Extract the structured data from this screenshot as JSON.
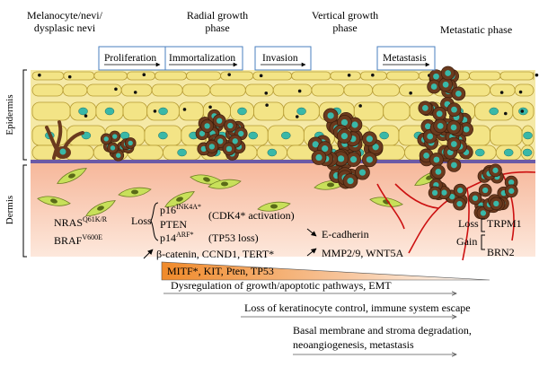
{
  "stages": {
    "melanocyte_1": "Melanocyte/nevi/",
    "melanocyte_2": "dysplasic nevi",
    "radial_1": "Radial growth",
    "radial_2": "phase",
    "vertical_1": "Vertical growth",
    "vertical_2": "phase",
    "metastatic": "Metastatic phase"
  },
  "processes": {
    "proliferation": "Proliferation",
    "immortalization": "Immortalization",
    "invasion": "Invasion",
    "metastasis": "Metastasis"
  },
  "layers": {
    "epidermis": "Epidermis",
    "dermis": "Dermis"
  },
  "early_mutations": {
    "nras": "NRAS",
    "nras_sup": "Q61K/R",
    "braf": "BRAF",
    "braf_sup": "V600E"
  },
  "loss_block": {
    "loss": "Loss",
    "p16": "p16",
    "p16_sup": "INK4A*",
    "cdk4": "(CDK4* activation)",
    "pten": "PTEN",
    "p14": "p14",
    "p14_sup": "ARF*",
    "tp53": "(TP53 loss)",
    "gain_line": "β-catenin, CCND1, TERT*"
  },
  "invasion_markers": {
    "ecad": "E-cadherin",
    "mmp": "MMP2/9, WNT5A"
  },
  "metastasis_markers": {
    "loss": "Loss",
    "trpm1": "TRPM1",
    "gain": "Gain",
    "brn2": "BRN2"
  },
  "gradient_label": "MITF*, KIT, Pten, TP53",
  "arrows": {
    "a1": "Dysregulation of growth/apoptotic pathways, EMT",
    "a2": "Loss of keratinocyte control, immune system escape",
    "a3_1": "Basal membrane and stroma degradation,",
    "a3_2": "neoangiogenesis, metastasis"
  },
  "colors": {
    "keratinocyte": "#f3e486",
    "keratinocyte_stroke": "#b59a32",
    "nucleus": "#39b8a8",
    "tumor_cell": "#6b3a1e",
    "dermis": "#fbdcc8",
    "basal_membrane": "#6b5aa6",
    "fibroblast": "#c8e05a",
    "vessel": "#cc1111",
    "process_box": "#4a7fbf"
  }
}
